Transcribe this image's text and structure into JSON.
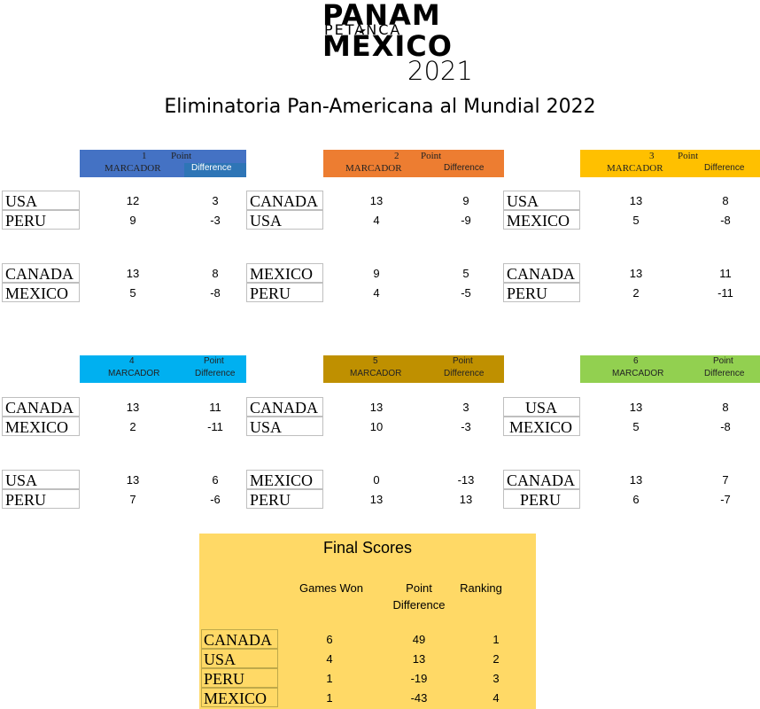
{
  "logo": {
    "line1": "PANAM",
    "line2": "PETANCA",
    "line3": "MÉXICO",
    "line4": "2021"
  },
  "title": "Eliminatoria Pan-Americana al Mundial 2022",
  "colors": {
    "round1": "#4472c4",
    "round1_diff": "#2e75b6",
    "round2": "#ed7d31",
    "round3": "#ffc000",
    "round4": "#00b0f0",
    "round5": "#bf9000",
    "round6": "#92d050",
    "final": "#ffd966"
  },
  "rounds": [
    {
      "number": "1",
      "point": "Point",
      "marcador": "MARCADOR",
      "difference": "Difference",
      "matches": [
        {
          "a": "USA",
          "a_score": "12",
          "a_diff": "3",
          "b": "PERU",
          "b_score": "9",
          "b_diff": "-3"
        },
        {
          "a": "CANADA",
          "a_score": "13",
          "a_diff": "8",
          "b": "MEXICO",
          "b_score": "5",
          "b_diff": "-8"
        }
      ]
    },
    {
      "number": "2",
      "point": "Point",
      "marcador": "MARCADOR",
      "difference": "Difference",
      "matches": [
        {
          "a": "CANADA",
          "a_score": "13",
          "a_diff": "9",
          "b": "USA",
          "b_score": "4",
          "b_diff": "-9"
        },
        {
          "a": "MEXICO",
          "a_score": "9",
          "a_diff": "5",
          "b": "PERU",
          "b_score": "4",
          "b_diff": "-5"
        }
      ]
    },
    {
      "number": "3",
      "point": "Point",
      "marcador": "MARCADOR",
      "difference": "Difference",
      "matches": [
        {
          "a": "USA",
          "a_score": "13",
          "a_diff": "8",
          "b": "MEXICO",
          "b_score": "5",
          "b_diff": "-8"
        },
        {
          "a": "CANADA",
          "a_score": "13",
          "a_diff": "11",
          "b": "PERU",
          "b_score": "2",
          "b_diff": "-11"
        }
      ]
    },
    {
      "number": "4",
      "point": "Point",
      "marcador": "MARCADOR",
      "difference": "Difference",
      "matches": [
        {
          "a": "CANADA",
          "a_score": "13",
          "a_diff": "11",
          "b": "MEXICO",
          "b_score": "2",
          "b_diff": "-11"
        },
        {
          "a": "USA",
          "a_score": "13",
          "a_diff": "6",
          "b": "PERU",
          "b_score": "7",
          "b_diff": "-6"
        }
      ]
    },
    {
      "number": "5",
      "point": "Point",
      "marcador": "MARCADOR",
      "difference": "Difference",
      "matches": [
        {
          "a": "CANADA",
          "a_score": "13",
          "a_diff": "3",
          "b": "USA",
          "b_score": "10",
          "b_diff": "-3"
        },
        {
          "a": "MEXICO",
          "a_score": "0",
          "a_diff": "-13",
          "b": "PERU",
          "b_score": "13",
          "b_diff": "13"
        }
      ]
    },
    {
      "number": "6",
      "point": "Point",
      "marcador": "MARCADOR",
      "difference": "Difference",
      "matches": [
        {
          "a": "USA",
          "a_score": "13",
          "a_diff": "8",
          "b": "MEXICO",
          "b_score": "5",
          "b_diff": "-8"
        },
        {
          "a": "CANADA",
          "a_score": "13",
          "a_diff": "7",
          "b": "PERU",
          "b_score": "6",
          "b_diff": "-7"
        }
      ]
    }
  ],
  "final": {
    "title": "Final Scores",
    "headers": {
      "games_won": "Games Won",
      "point_difference_1": "Point",
      "point_difference_2": "Difference",
      "ranking": "Ranking"
    },
    "rows": [
      {
        "team": "CANADA",
        "games_won": "6",
        "point_difference": "49",
        "ranking": "1"
      },
      {
        "team": "USA",
        "games_won": "4",
        "point_difference": "13",
        "ranking": "2"
      },
      {
        "team": "PERU",
        "games_won": "1",
        "point_difference": "-19",
        "ranking": "3"
      },
      {
        "team": "MEXICO",
        "games_won": "1",
        "point_difference": "-43",
        "ranking": "4"
      }
    ]
  }
}
